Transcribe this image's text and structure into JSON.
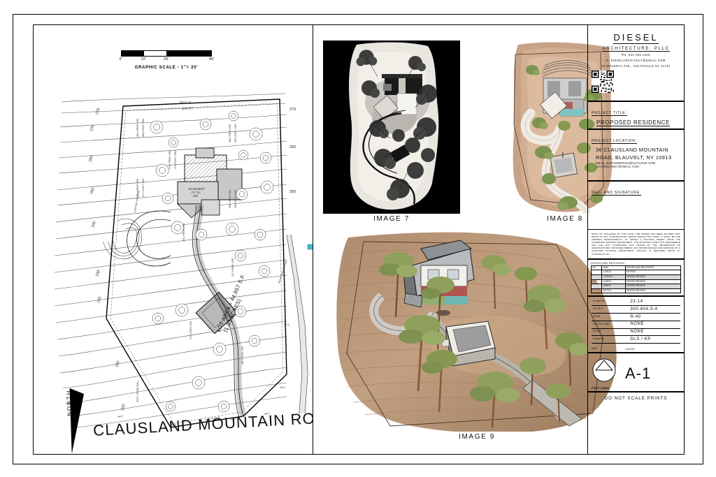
{
  "sheet": {
    "road_name": "CLAUSLAND MOUNTAIN ROAD",
    "north_label": "NORTH"
  },
  "scale_bar": {
    "title": "GRAPHIC SCALE  -  1\"= 20'",
    "ticks": [
      "0'",
      "10'",
      "20'",
      "40'"
    ]
  },
  "site_plan": {
    "lot_area_line1": "LOT AREA = 44,857 S.F.",
    "lot_area_line2": "(1.03 ACRES)",
    "basement_label_1": "BASEMENT",
    "basement_label_2": "F.F. EL.",
    "basement_label_3": "282",
    "contours_left": [
      "275",
      "270",
      "260",
      "250",
      "240",
      "230",
      "220"
    ],
    "contours_right": [
      "270",
      "260",
      "250"
    ],
    "bearing_top": "200.11' N",
    "bearing_top2": "(200.00')",
    "edge_labels": [
      "281.4 PROP. GRD",
      "280.0 EXIST. GRD",
      "279.1 PROP. GRD",
      "277.5 EXIST. GRD",
      "274.2 PROP. GRD",
      "271.8 EXIST. GRD",
      "268.1 PROP. GRD",
      "265.0 EXIST. GRD",
      "262.4 PROP. GRD",
      "258.8 EXIST. GRD"
    ],
    "misc_labels": [
      "EXISTING DRIVEWAY",
      "PROPOSED DRIVEWAY",
      "EXIST. STONE WALL",
      "217.6",
      "186.3",
      "S 06 34' 20\" W",
      "192.8",
      "182.3",
      "186.4",
      "200.5"
    ]
  },
  "images": [
    {
      "caption": "IMAGE 7"
    },
    {
      "caption": "IMAGE 8"
    },
    {
      "caption": "IMAGE 9"
    }
  ],
  "title_block": {
    "firm_name": "DIESEL",
    "firm_sub": "ARCHITECTURE, PLLC",
    "phone": "PH. 631.365.1315",
    "email": "E. DIESELARCHITECT@GMAIL.COM",
    "address": "10 WAVERLY AVE., HOLTSVILLE NY 11742",
    "project_title_label": "PROJECT TITLE:",
    "project_title_value": "PROPOSED RESIDENCE",
    "project_location_label": "PROJECT LOCATION:",
    "location_line1": "36 CLAUSLAND MOUNTAIN",
    "location_line2": "ROAD, BLAUVELT, NY 10913",
    "location_email1": "EMAIL  AUSTINMORICK@OUTLOOK.COM",
    "location_email2": "JACQDELANEY@GMAIL.COM",
    "seal_label": "SEAL AND SIGNATURE:",
    "note": "NOTE: BY INCLUSION OF THIS NOTE, THE OWNER HAS BEEN ADVISED THAT PRIOR TO ANY CONSTRUCTION AND/OR DEMOLITION WORK, IT SHALL BE THE OWNER'S RESPONSIBILITY TO OBTAIN A BUILDING PERMIT FROM THE GOVERNING BUILDING DEPARTMENT. THE ARCHITECT DOES NOT RECOMMEND AND CAN NOT GUARANTEE THAT DESIGN BY THE INFORMATION OR SPECIFICATIONS CONTAINED HEREIN, OR PROPER REVIEW AND APPROVAL BY A QUALIFIED BUILDING DEPARTMENT OFFICIAL IS REQUIRED PRIOR TO CONSTRUCTION.",
    "revisions_title": "ISSUES AND REVISIONS",
    "revisions_columns": [
      "No.",
      "Date",
      "ISSUES AND REVISIONS"
    ],
    "revisions": [
      {
        "no": "",
        "date": "12/6/23",
        "desc": "DESIGN"
      },
      {
        "no": "",
        "date": "12/22/23",
        "desc": "DESIGN REVIEW"
      },
      {
        "no": "",
        "date": "1/25/24",
        "desc": "DESIGN REVIEW"
      },
      {
        "no": "",
        "date": "4/05/24",
        "desc": "DESIGN REVIEW"
      },
      {
        "no": "",
        "date": "6/17/24",
        "desc": "DESIGN REVIEW"
      }
    ],
    "info_rows": [
      {
        "key": "Project No.",
        "value": "23-14"
      },
      {
        "key": "SCTM #",
        "value": "300-604-3-4"
      },
      {
        "key": "ZONE",
        "value": "R-40"
      },
      {
        "key": "FLOOD ZONE",
        "value": "NONE"
      },
      {
        "key": "SCALE",
        "value": "NONE"
      },
      {
        "key": "Drawn By",
        "value": "DLS / KP"
      }
    ],
    "date_key": "Date",
    "date_value": "12/1/23",
    "prof_seal_label": "PROF. NAME",
    "sheet_number": "A-1",
    "do_not_scale": "DO NOT SCALE PRINTS"
  }
}
